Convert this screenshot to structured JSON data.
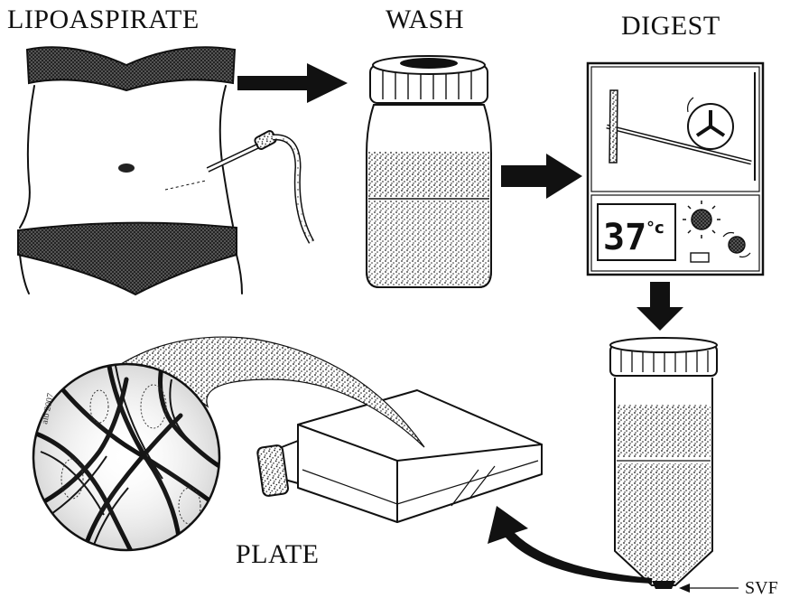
{
  "steps": {
    "lipoaspirate": "LIPOASPIRATE",
    "wash": "WASH",
    "digest": "DIGEST",
    "plate": "PLATE"
  },
  "incubator": {
    "temperature": "37",
    "unit": "°c"
  },
  "tube": {
    "pellet_label": "SVF"
  },
  "artist_signature": "alb 2007",
  "colors": {
    "ink": "#111111",
    "paper": "#ffffff"
  },
  "icons": [
    "abdomen-illustration",
    "cannula-icon",
    "wash-jar-icon",
    "incubator-shaker-icon",
    "centrifuge-tube-icon",
    "culture-flask-icon",
    "magnified-cells-icon",
    "arrow-right-icon",
    "arrow-down-icon",
    "curved-arrow-icon"
  ]
}
